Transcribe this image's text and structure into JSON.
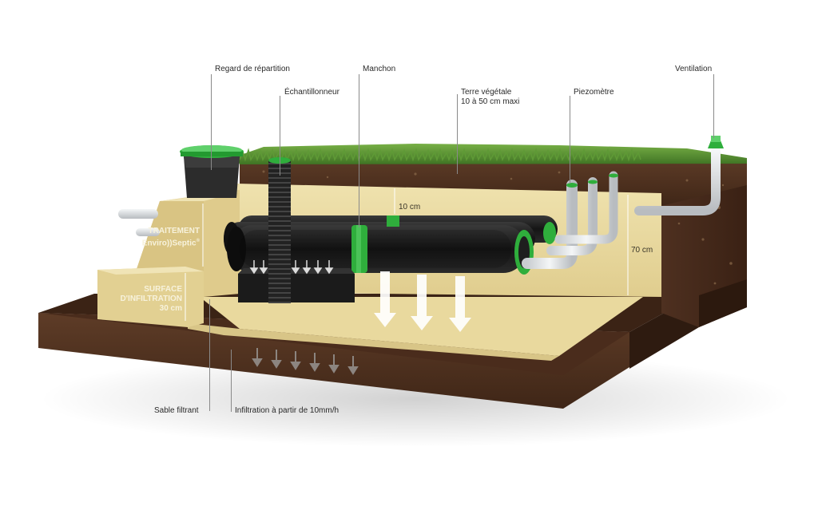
{
  "labels": {
    "regard": "Regard de répartition",
    "echantillonneur": "Échantillonneur",
    "manchon": "Manchon",
    "terre_line1": "Terre végétale",
    "terre_line2": "10 à 50 cm maxi",
    "piezometre": "Piezomètre",
    "ventilation": "Ventilation",
    "traitement_line1": "TRAITEMENT",
    "traitement_line2": "Enviro))Septic",
    "traitement_reg": "®",
    "surface_line1": "SURFACE",
    "surface_line2": "D'INFILTRATION",
    "surface_line3": "30 cm",
    "dim_10cm": "10 cm",
    "dim_70cm": "70 cm",
    "sable": "Sable filtrant",
    "infiltration": "Infiltration à partir de 10mm/h"
  },
  "colors": {
    "grass": "#4f8a2e",
    "topsoil": "#5a3a26",
    "deep_soil": "#4a2c1c",
    "sand": "#e8d8a0",
    "sand_shadow": "#d4c188",
    "pipe_black": "#1e1e1e",
    "sleeve_green": "#2fae3c",
    "pvc_white": "#e9ecee"
  }
}
